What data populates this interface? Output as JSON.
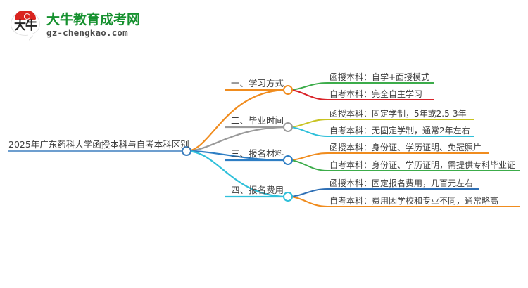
{
  "logo": {
    "mark_text": "大牛",
    "title": "大牛教育成考网",
    "subtitle": "gz-chengkao.com",
    "title_color": "#16912f",
    "mark_color": "#d9241f"
  },
  "mindmap": {
    "root": {
      "label": "2025年广东药科大学函授本科与自考本科区别",
      "node_color": "#3d7fbf",
      "line_color": "#3d7fbf"
    },
    "branches": [
      {
        "label": "一、学习方式",
        "node_color": "#f08c1e",
        "line_color": "#f08c1e",
        "children": [
          {
            "label": "函授本科：自学+面授模式",
            "line_color": "#3cac4a"
          },
          {
            "label": "自考本科：完全自主学习",
            "line_color": "#d9242a"
          }
        ]
      },
      {
        "label": "二、毕业时间",
        "node_color": "#9a9a9a",
        "line_color": "#9a9a9a",
        "children": [
          {
            "label": "函授本科：固定学制，5年或2.5-3年",
            "line_color": "#c8c320"
          },
          {
            "label": "自考本科：无固定学制，通常2年左右",
            "line_color": "#2fc0da"
          }
        ]
      },
      {
        "label": "三、报名材料",
        "node_color": "#2e7ec4",
        "line_color": "#2e7ec4",
        "children": [
          {
            "label": "函授本科：身份证、学历证明、免冠照片",
            "line_color": "#f08c1e"
          },
          {
            "label": "自考本科：身份证、学历证明，需提供专科毕业证",
            "line_color": "#3cac4a"
          }
        ]
      },
      {
        "label": "四、报名费用",
        "node_color": "#2fc0da",
        "line_color": "#2fc0da",
        "children": [
          {
            "label": "函授本科：固定报名费用，几百元左右",
            "line_color": "#2e6fb5"
          },
          {
            "label": "自考本科：费用因学校和专业不同，通常略高",
            "line_color": "#f08c1e"
          }
        ]
      }
    ]
  }
}
